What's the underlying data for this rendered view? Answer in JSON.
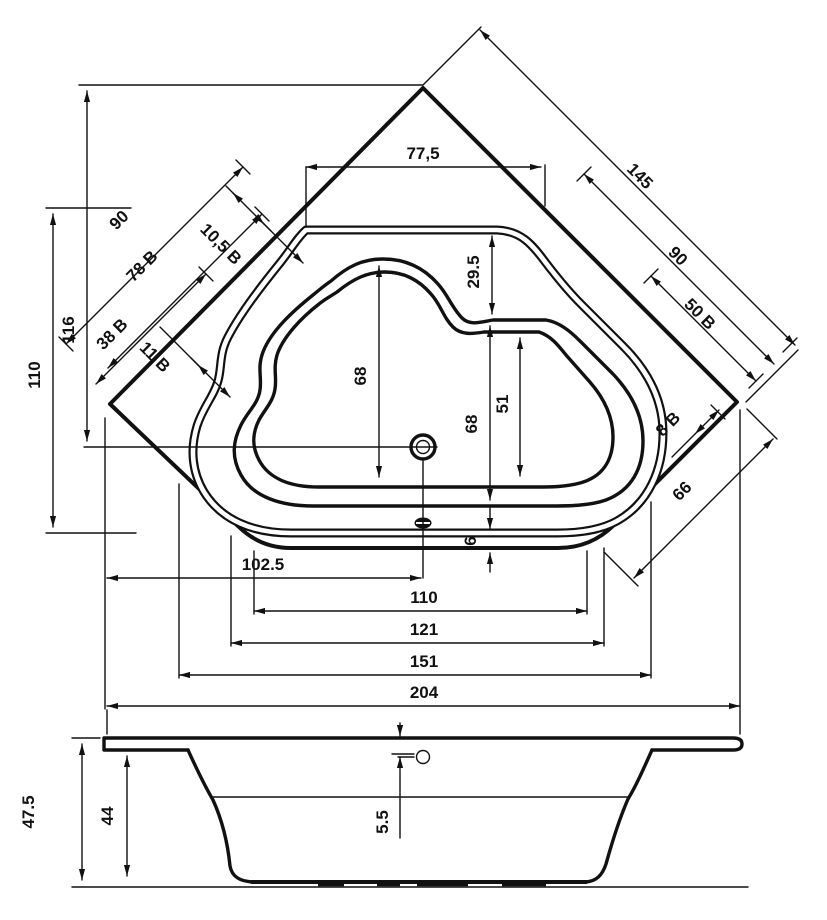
{
  "drawing_colors": {
    "line": "#111111",
    "background": "#ffffff"
  },
  "views": {
    "top": {
      "dims": {
        "top_width": "77,5",
        "right_edge_145": "145",
        "right_edge_90": "90",
        "right_50b": "50 B",
        "right_8b": "8 B",
        "right_66": "66",
        "left_edge_90": "90",
        "left_78b": "78 B",
        "left_10_5b": "10,5 B",
        "left_38b": "38 B",
        "left_11b": "11 B",
        "left_116": "116",
        "left_110": "110",
        "inner_29_5": "29.5",
        "inner_68_a": "68",
        "inner_68_b": "68",
        "inner_51": "51",
        "inner_6": "6",
        "bottom_102_5": "102.5",
        "bottom_110": "110",
        "bottom_121": "121",
        "bottom_151": "151",
        "bottom_204": "204"
      }
    },
    "side": {
      "dims": {
        "height_total": "47.5",
        "height_inner": "44",
        "rim_drain": "5.5"
      }
    }
  }
}
